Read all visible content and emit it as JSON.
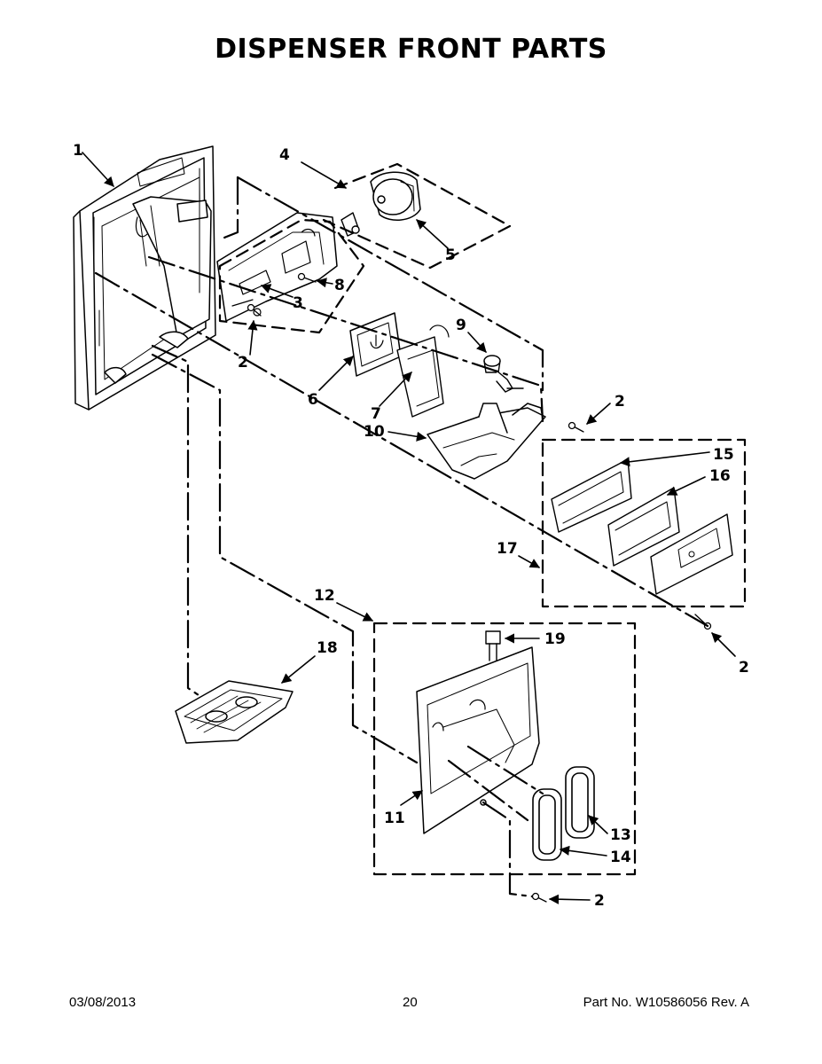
{
  "page": {
    "title": "DISPENSER FRONT PARTS",
    "footer": {
      "date": "03/08/2013",
      "page_number": "20",
      "part_number": "Part No.  W10586056  Rev.  A"
    }
  },
  "callouts": {
    "c1": "1",
    "c2a": "2",
    "c2b": "2",
    "c2c": "2",
    "c2d": "2",
    "c3": "3",
    "c4": "4",
    "c5": "5",
    "c6": "6",
    "c7": "7",
    "c8": "8",
    "c9": "9",
    "c10": "10",
    "c11": "11",
    "c12": "12",
    "c13": "13",
    "c14": "14",
    "c15": "15",
    "c16": "16",
    "c17": "17",
    "c18": "18",
    "c19": "19"
  }
}
